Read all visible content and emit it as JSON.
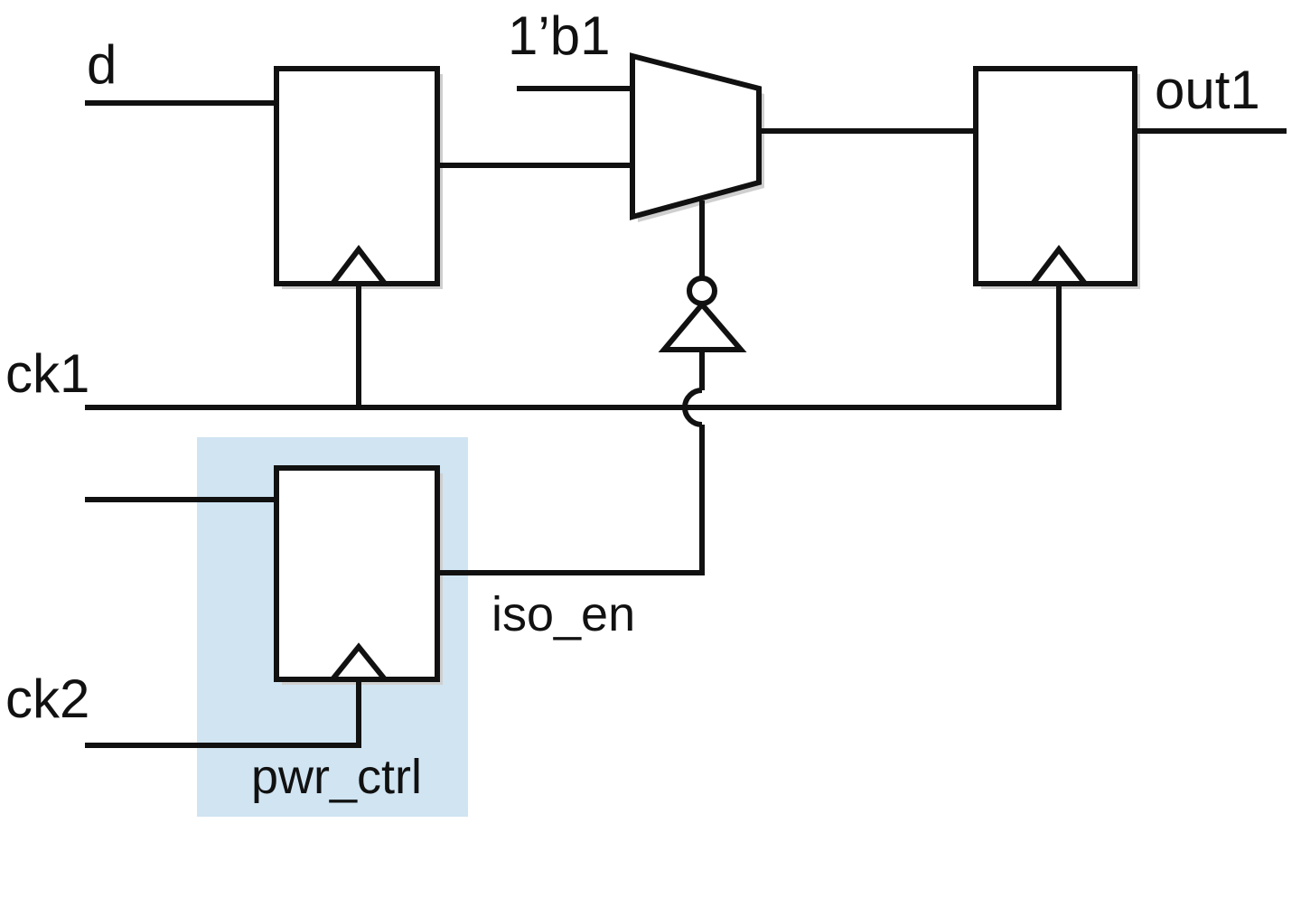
{
  "colors": {
    "ink": "#111111",
    "power_domain_fill": "#d0e4f2",
    "background": "#ffffff"
  },
  "labels": {
    "input_d": "d",
    "constant": "1’b1",
    "output": "out1",
    "clock1": "ck1",
    "clock2": "ck2",
    "iso_signal": "iso_en",
    "power_domain": "pwr_ctrl"
  },
  "components": [
    {
      "kind": "flip-flop",
      "role": "input register"
    },
    {
      "kind": "multiplexer",
      "role": "isolation mux"
    },
    {
      "kind": "flip-flop",
      "role": "output register"
    },
    {
      "kind": "inverter",
      "role": "iso_en inverter"
    },
    {
      "kind": "flip-flop",
      "role": "power control register"
    }
  ]
}
